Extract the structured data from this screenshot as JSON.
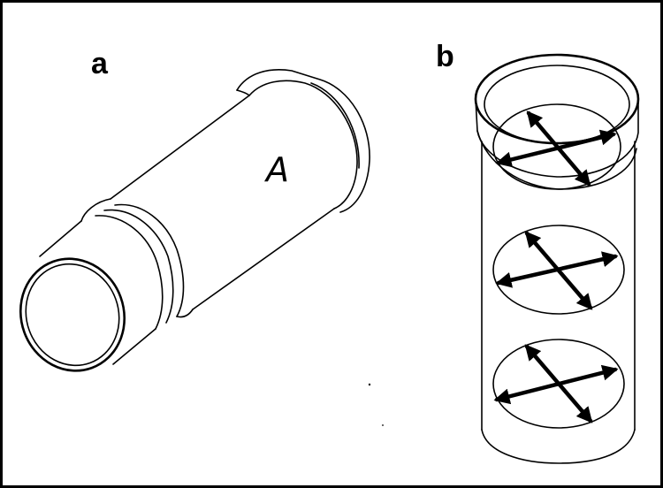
{
  "figure": {
    "panel_a_label": "a",
    "panel_b_label": "b",
    "part_mark": "A"
  },
  "colors": {
    "line": "#000000",
    "background": "#ffffff"
  },
  "icons": {
    "panel_a": "cylinder-liner-icon",
    "panel_b": "bore-measurement-icon",
    "measurement": "double-arrow-cross-icon"
  }
}
